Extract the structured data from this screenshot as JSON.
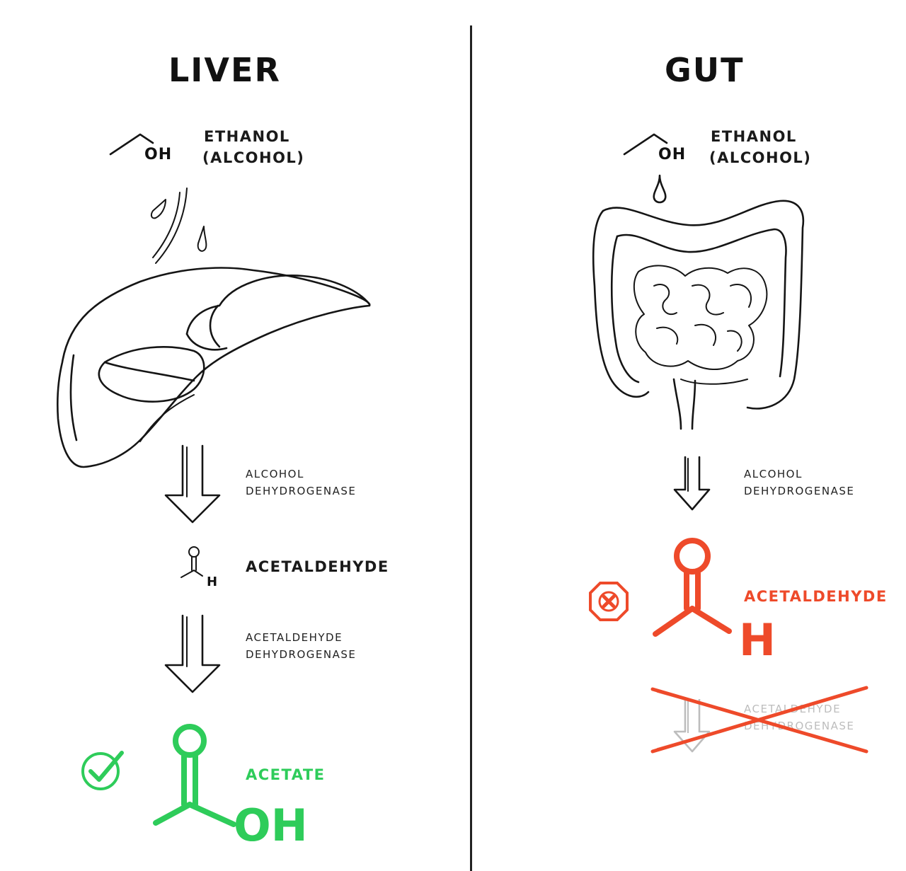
{
  "colors": {
    "ink": "#151515",
    "green": "#2ecc5a",
    "red": "#ee4a2a",
    "faded": "#bdbdbd"
  },
  "liver": {
    "title": "LIVER",
    "ethanol": {
      "line1": "ETHANOL",
      "line2": "(ALCOHOL)",
      "formula_oh": "OH"
    },
    "enzyme1": {
      "line1": "ALCOHOL",
      "line2": "DEHYDROGENASE"
    },
    "intermediate": {
      "name": "ACETALDEHYDE",
      "atom_h": "H"
    },
    "enzyme2": {
      "line1": "ACETALDEHYDE",
      "line2": "DEHYDROGENASE"
    },
    "product": {
      "name": "ACETATE",
      "formula_oh": "OH",
      "status_icon": "check-circle-icon"
    }
  },
  "gut": {
    "title": "GUT",
    "ethanol": {
      "line1": "ETHANOL",
      "line2": "(ALCOHOL)",
      "formula_oh": "OH"
    },
    "enzyme1": {
      "line1": "ALCOHOL",
      "line2": "DEHYDROGENASE"
    },
    "intermediate": {
      "name": "ACETALDEHYDE",
      "atom_h": "H",
      "status_icon": "stop-x-octagon-icon"
    },
    "enzyme2_blocked": {
      "line1": "ACETALDEHYDE",
      "line2": "DEHYDROGENASE",
      "icon": "cross-out-icon"
    }
  }
}
